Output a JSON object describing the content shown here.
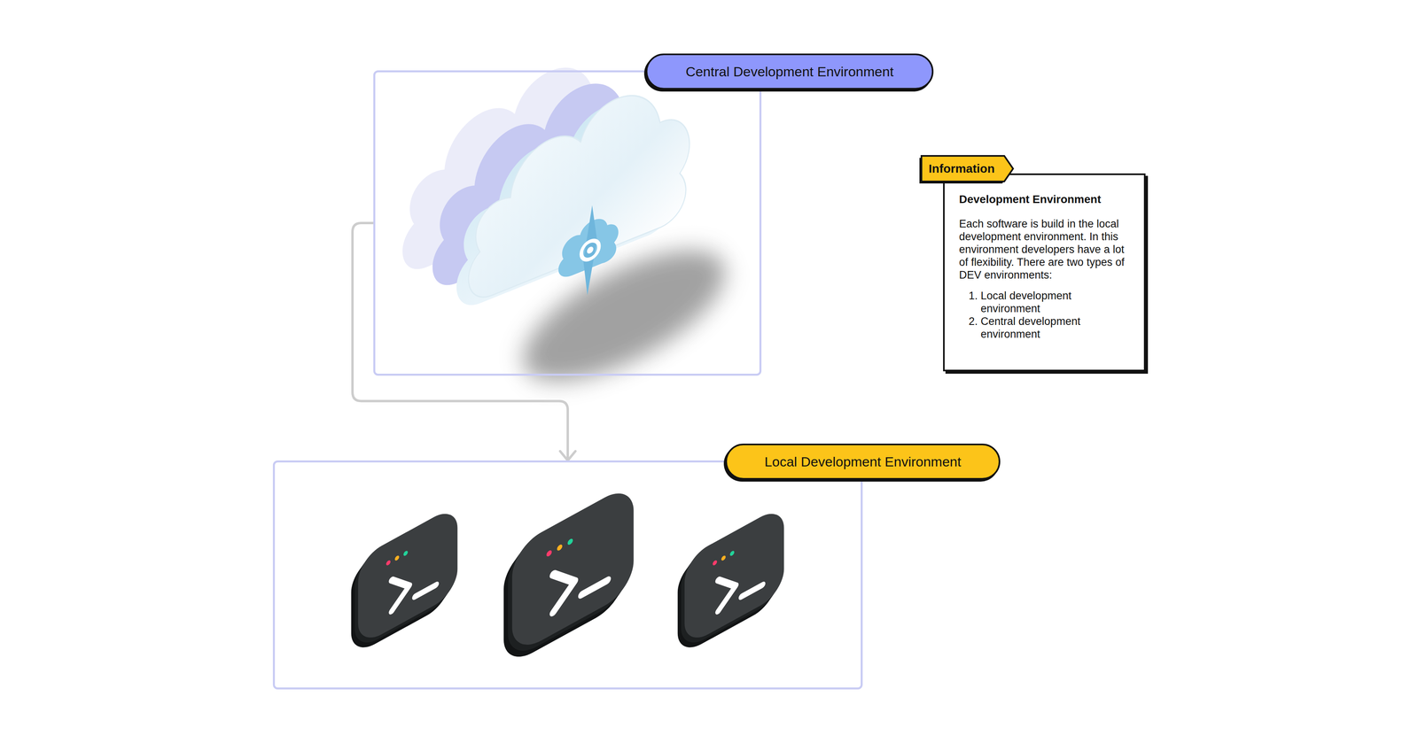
{
  "diagram": {
    "nodes": [
      {
        "text": [
          "Central Development Environment"
        ]
      },
      {
        "text": [
          "Local Development Environment"
        ]
      },
      {
        "text": [
          "Information",
          "Development Environment",
          "Each software is build in the local development environment. In this environment developers have a lot of flexibility. There are two types of DEV environments:",
          "1. Local development environment",
          "2. Central development environment"
        ]
      }
    ],
    "edges": [
      {
        "from": 0,
        "to": 1,
        "arrow": "to"
      }
    ]
  }
}
